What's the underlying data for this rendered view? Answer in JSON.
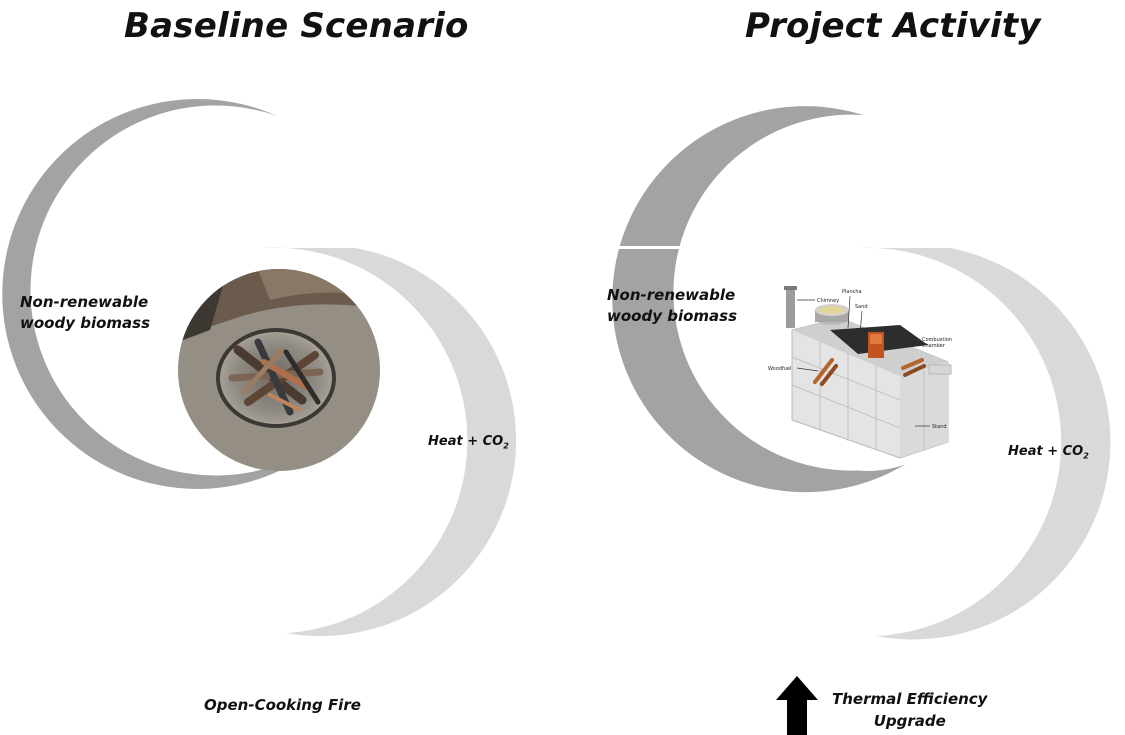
{
  "panels": {
    "baseline": {
      "title": "Baseline Scenario",
      "biomass_line1": "Non-renewable",
      "biomass_line2": "woody biomass",
      "heat_text": "Heat + CO",
      "heat_sub": "2",
      "caption": "Open-Cooking Fire"
    },
    "project": {
      "title": "Project Activity",
      "biomass_line1": "Non-renewable",
      "biomass_line2": "woody biomass",
      "heat_text": "Heat + CO",
      "heat_sub": "2",
      "caption_line1": "Thermal Efficiency",
      "caption_line2": "Upgrade",
      "stove_callouts": {
        "chimney": "Chimney",
        "plancha": "Plancha",
        "sand": "Sand",
        "combustion_1": "Combustion",
        "combustion_2": "Chamber",
        "woodfuel": "Woodfuel",
        "stand": "Stand"
      }
    }
  },
  "colors": {
    "dark_crescent": "#a3a3a3",
    "light_crescent": "#d9d9d9",
    "arrow": "#000000"
  }
}
